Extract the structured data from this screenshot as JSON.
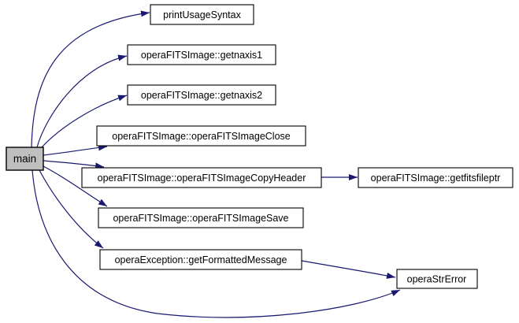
{
  "diagram": {
    "type": "call-graph",
    "description": "Doxygen call graph for function main",
    "colors": {
      "edge": "#191970",
      "node_border": "#000000",
      "node_fill": "#ffffff",
      "selected_node_fill": "#bfbfbf",
      "text": "#000000",
      "background": "#ffffff"
    },
    "nodes": {
      "main": {
        "label": "main",
        "selected": true
      },
      "printUsageSyntax": {
        "label": "printUsageSyntax"
      },
      "getnaxis1": {
        "label": "operaFITSImage::getnaxis1"
      },
      "getnaxis2": {
        "label": "operaFITSImage::getnaxis2"
      },
      "imageClose": {
        "label": "operaFITSImage::operaFITSImageClose"
      },
      "imageCopyHeader": {
        "label": "operaFITSImage::operaFITSImageCopyHeader"
      },
      "getfitsfileptr": {
        "label": "operaFITSImage::getfitsfileptr"
      },
      "imageSave": {
        "label": "operaFITSImage::operaFITSImageSave"
      },
      "getFormattedMessage": {
        "label": "operaException::getFormattedMessage"
      },
      "operaStrError": {
        "label": "operaStrError"
      }
    },
    "edges": [
      {
        "from": "main",
        "to": "printUsageSyntax"
      },
      {
        "from": "main",
        "to": "getnaxis1"
      },
      {
        "from": "main",
        "to": "getnaxis2"
      },
      {
        "from": "main",
        "to": "imageClose"
      },
      {
        "from": "main",
        "to": "imageCopyHeader"
      },
      {
        "from": "main",
        "to": "imageSave"
      },
      {
        "from": "main",
        "to": "getFormattedMessage"
      },
      {
        "from": "main",
        "to": "operaStrError"
      },
      {
        "from": "imageCopyHeader",
        "to": "getfitsfileptr"
      },
      {
        "from": "getFormattedMessage",
        "to": "operaStrError"
      }
    ]
  }
}
